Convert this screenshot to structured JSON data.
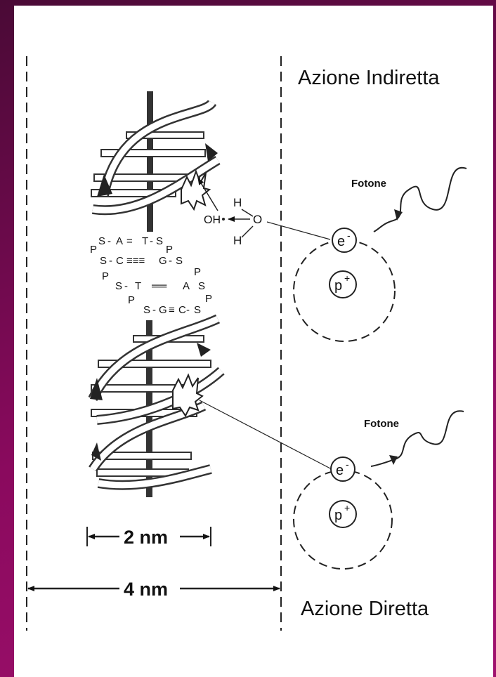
{
  "title_indirect": "Azione Indiretta",
  "title_direct": "Azione Diretta",
  "photon_top": "Fotone",
  "photon_bottom": "Fotone",
  "electron": "e",
  "electron_sup": "-",
  "proton": "p",
  "proton_sup": "+",
  "water": {
    "h_top": "H",
    "h_bottom": "H",
    "o": "O",
    "oh": "OH"
  },
  "width_inner": "2 nm",
  "width_outer": "4 nm",
  "base_pairs": [
    [
      "S",
      "A",
      "T",
      "S"
    ],
    [
      "S",
      "C",
      "G",
      "S"
    ],
    [
      "S",
      "T",
      "A",
      "S"
    ],
    [
      "S",
      "G",
      "C",
      "S"
    ]
  ],
  "phosphate": "P"
}
